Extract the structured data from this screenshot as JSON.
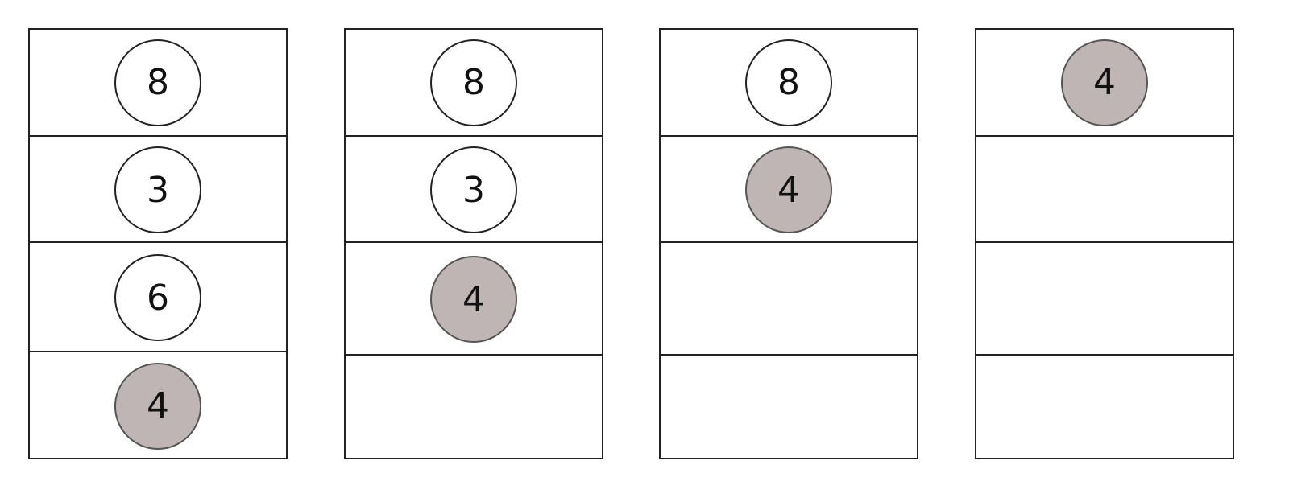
{
  "colors": {
    "highlight_fill": "#bfb5b4",
    "node_fill": "#ffffff",
    "stroke": "#222222"
  },
  "stacks": [
    {
      "nodes": [
        {
          "value": "8",
          "highlighted": false
        },
        {
          "value": "3",
          "highlighted": false
        },
        {
          "value": "6",
          "highlighted": false
        },
        {
          "value": "4",
          "highlighted": true
        }
      ]
    },
    {
      "nodes": [
        {
          "value": "8",
          "highlighted": false
        },
        {
          "value": "3",
          "highlighted": false
        },
        {
          "value": "4",
          "highlighted": true
        },
        {
          "value": "",
          "highlighted": false
        }
      ]
    },
    {
      "nodes": [
        {
          "value": "8",
          "highlighted": false
        },
        {
          "value": "4",
          "highlighted": true
        },
        {
          "value": "",
          "highlighted": false
        },
        {
          "value": "",
          "highlighted": false
        }
      ]
    },
    {
      "nodes": [
        {
          "value": "4",
          "highlighted": true
        },
        {
          "value": "",
          "highlighted": false
        },
        {
          "value": "",
          "highlighted": false
        },
        {
          "value": "",
          "highlighted": false
        }
      ]
    }
  ]
}
